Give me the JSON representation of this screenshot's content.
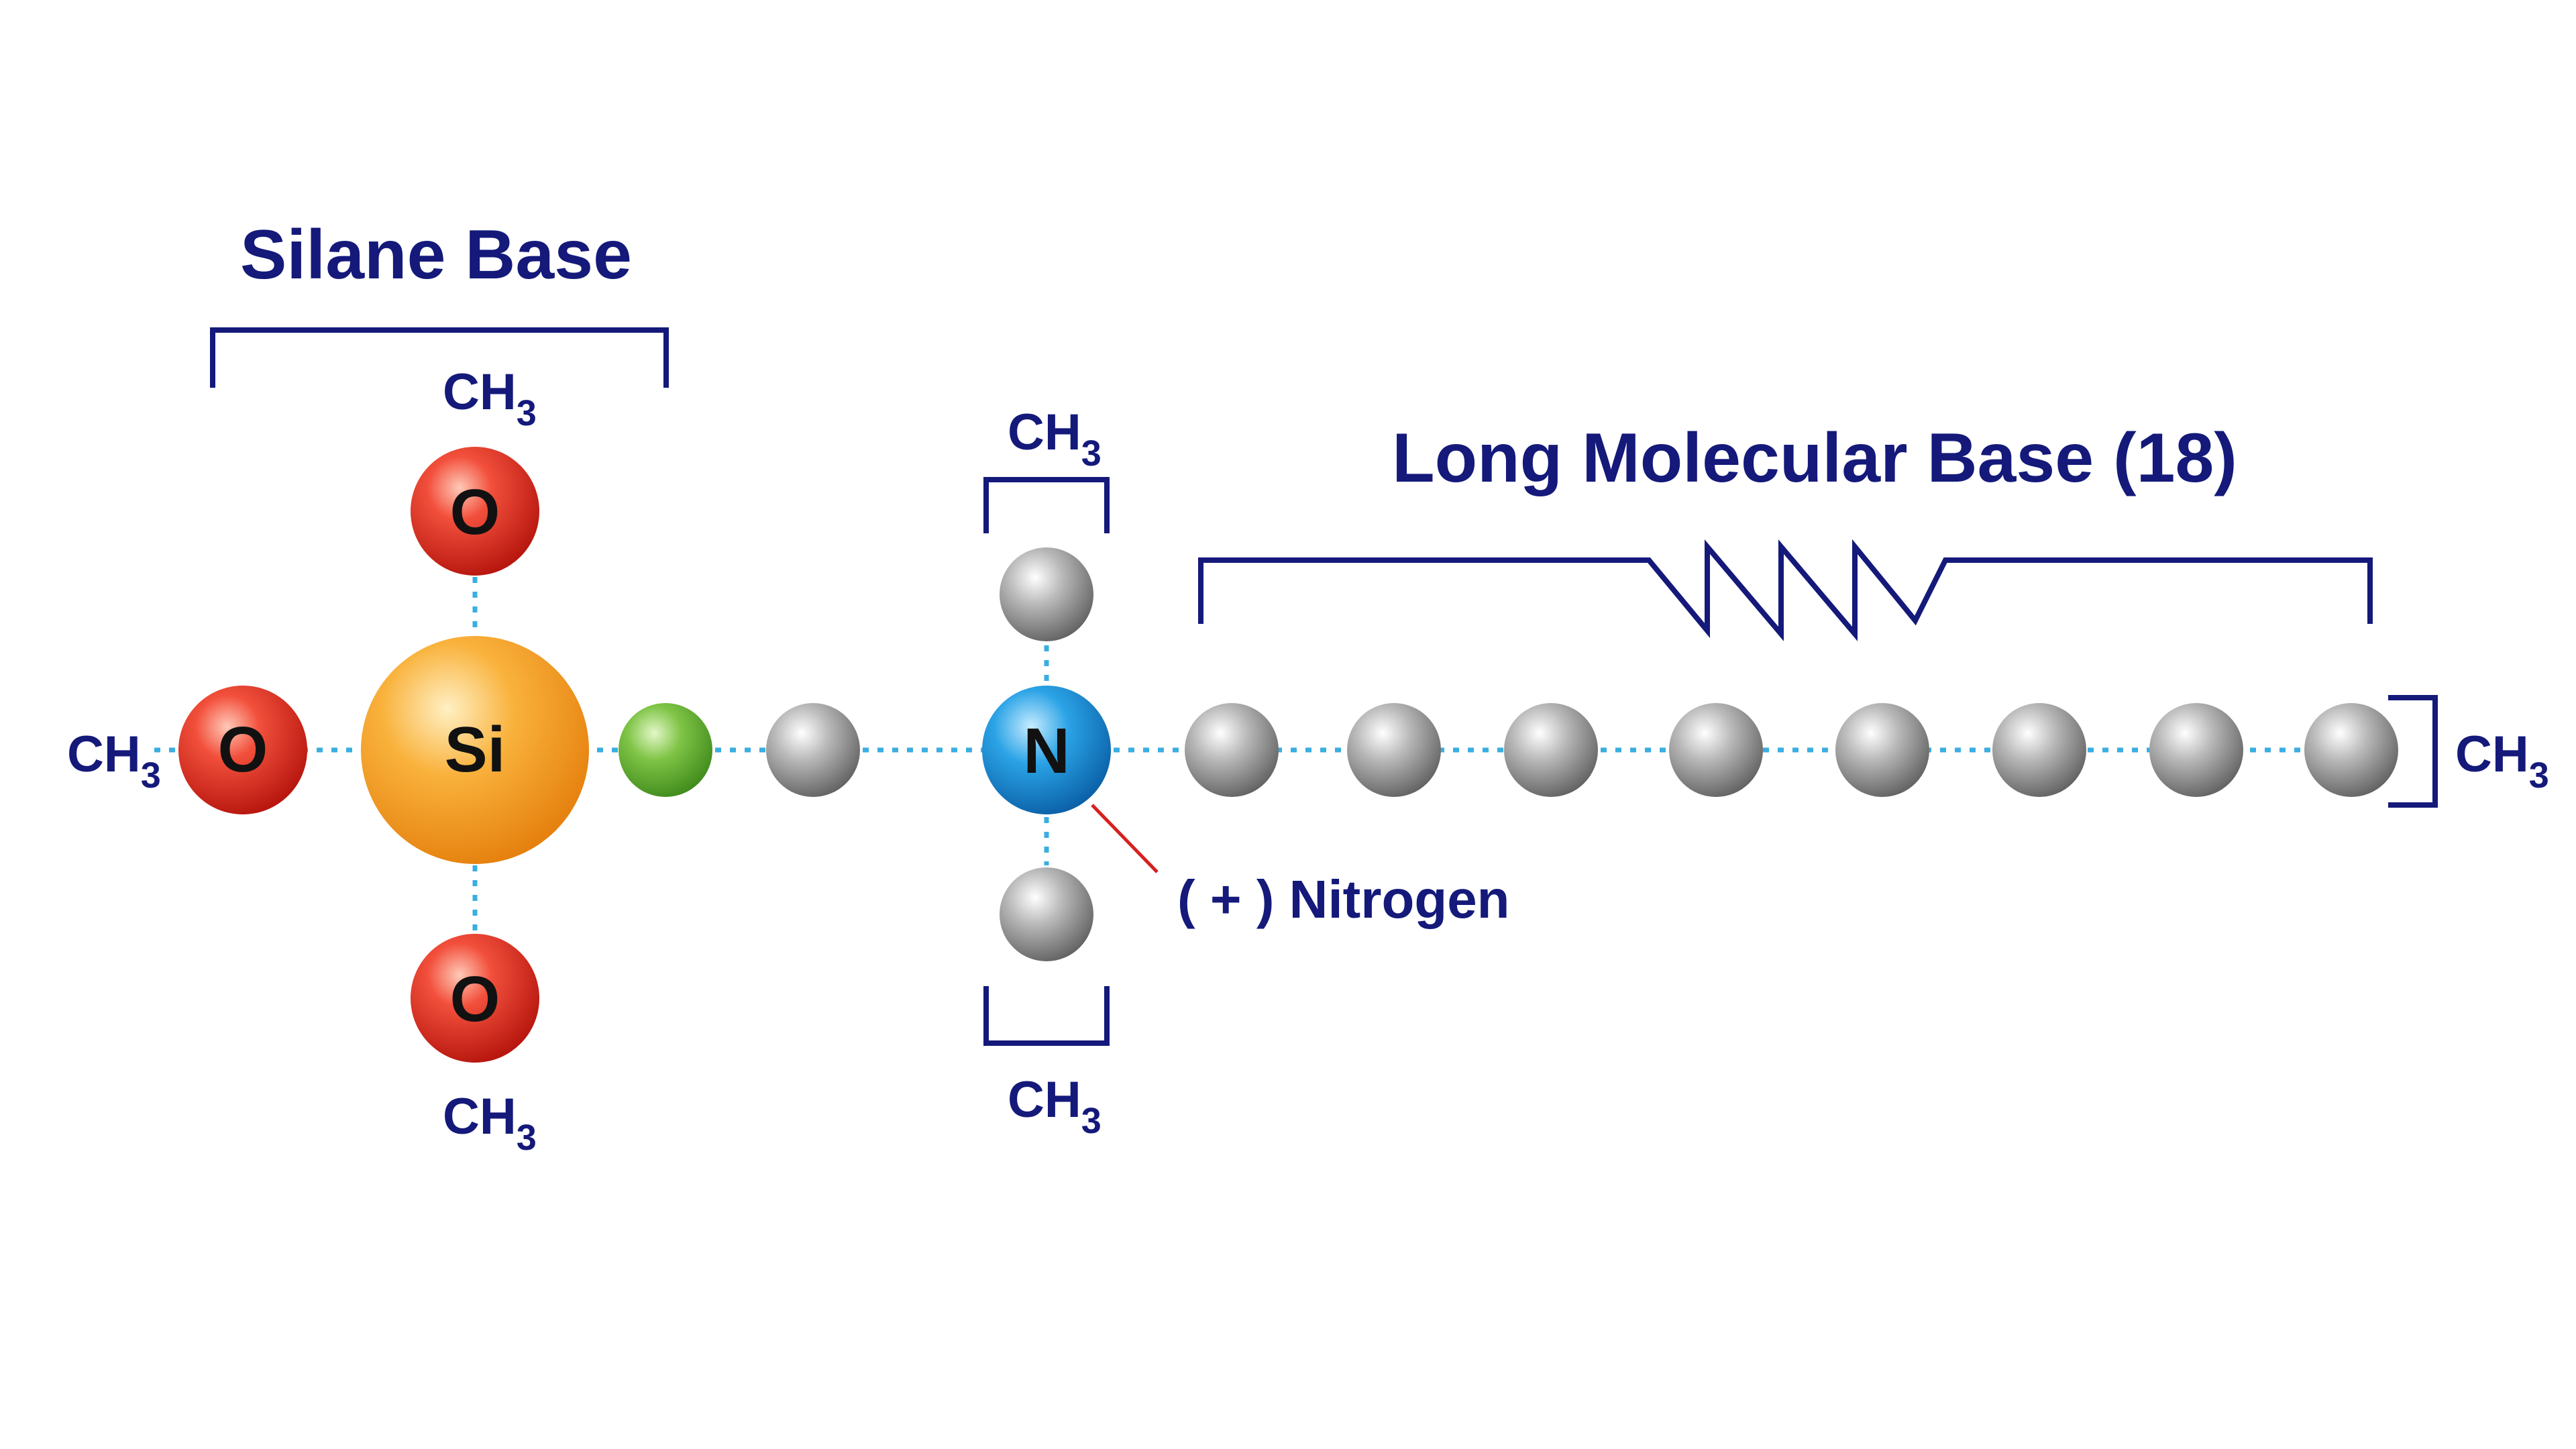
{
  "labels": {
    "silane_base": "Silane Base",
    "long_molecular_base": "Long Molecular Base (18)",
    "nitrogen_note": "( + ) Nitrogen",
    "methyl_main": "CH",
    "methyl_sub": "3"
  },
  "atoms": {
    "silicon": "Si",
    "oxygen": "O",
    "nitrogen": "N"
  },
  "colors": {
    "label": "#14197a",
    "bond": "#3aaee0",
    "oxygen": "#e8352b",
    "silicon": "#f7a531",
    "nitrogen": "#1a8fd6",
    "linker": "#6cb83d",
    "carbon": "#a8a8a8",
    "pointer": "#d62020"
  },
  "chain": {
    "linker_count": 1,
    "pre_nitrogen_carbons": 1,
    "tail_carbons": 8
  }
}
